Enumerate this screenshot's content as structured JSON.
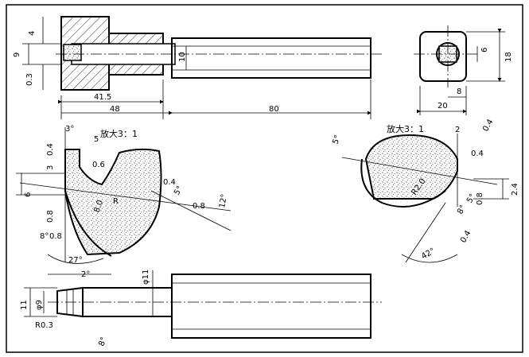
{
  "drawing": {
    "top_view": {
      "dims": [
        "4",
        "9",
        "0.3",
        "10",
        "41.5",
        "48",
        "80"
      ]
    },
    "end_view": {
      "dims": [
        "6",
        "18",
        "8",
        "20"
      ]
    },
    "detail_left": {
      "scale_label": "放大3：1",
      "dims": [
        "3°",
        "5",
        "0.4",
        "3",
        "0.6",
        "0.4",
        "5°",
        "6",
        "0.8",
        "0.8",
        "R",
        "8.0",
        "12°",
        "8°",
        "0.8",
        "27°"
      ]
    },
    "detail_right": {
      "scale_label": "放大3：1",
      "dims": [
        "5°",
        "2",
        "0.4",
        "0.4",
        "R2.0",
        "2.4",
        "0.8",
        "8°",
        "5°",
        "0.4",
        "42°"
      ]
    },
    "side_view": {
      "dims": [
        "2°",
        "φ11",
        "11",
        "φ9",
        "R0.3",
        "8°"
      ]
    }
  }
}
